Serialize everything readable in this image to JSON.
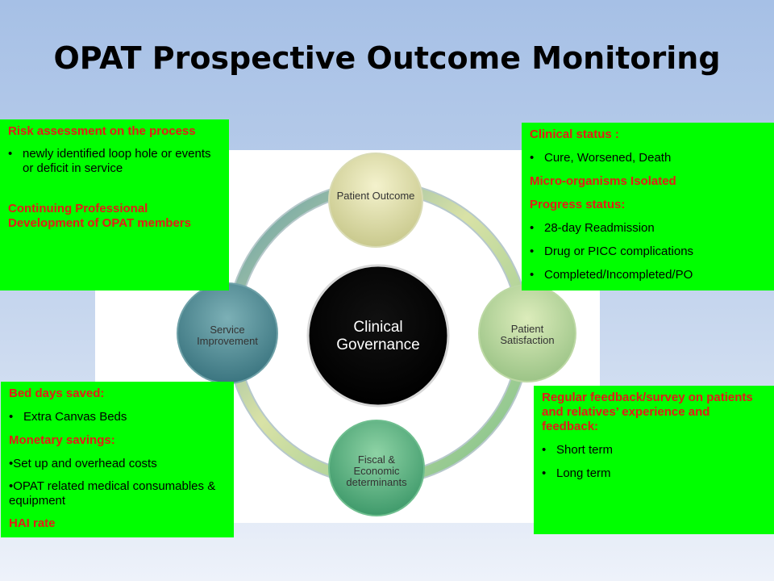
{
  "title": "OPAT Prospective Outcome Monitoring",
  "diagram": {
    "center": "Clinical Governance",
    "nodes": {
      "top": "Patient Outcome",
      "right": "Patient Satisfaction",
      "bottom": "Fiscal & Economic determinants",
      "left": "Service Improvement"
    }
  },
  "top_left_box": {
    "heading1": "Risk assessment  on the process",
    "bullet1": "newly identified loop hole or events or deficit in service",
    "heading2": "Continuing Professional Development of OPAT members"
  },
  "top_right_box": {
    "heading1": "Clinical status :",
    "bullet1": "Cure, Worsened, Death",
    "heading2": "Micro-organisms Isolated",
    "heading3": "Progress status:",
    "bullets": [
      "28-day Readmission",
      "Drug or PICC complications",
      "Completed/Incompleted/PO"
    ]
  },
  "bottom_left_box": {
    "heading1": "Bed days saved:",
    "bullet1": "Extra Canvas Beds",
    "heading2": "Monetary savings:",
    "item1": "•Set up and overhead costs",
    "item2": "•OPAT related medical consumables & equipment",
    "heading3": "HAI rate"
  },
  "bottom_right_box": {
    "heading1": "Regular feedback/survey on patients and relatives’ experience and feedback:",
    "bullets": [
      "Short term",
      "Long term"
    ]
  },
  "colors": {
    "box_green": "#00ff00",
    "heading_red": "#e41b17",
    "center_black": "#000000"
  }
}
